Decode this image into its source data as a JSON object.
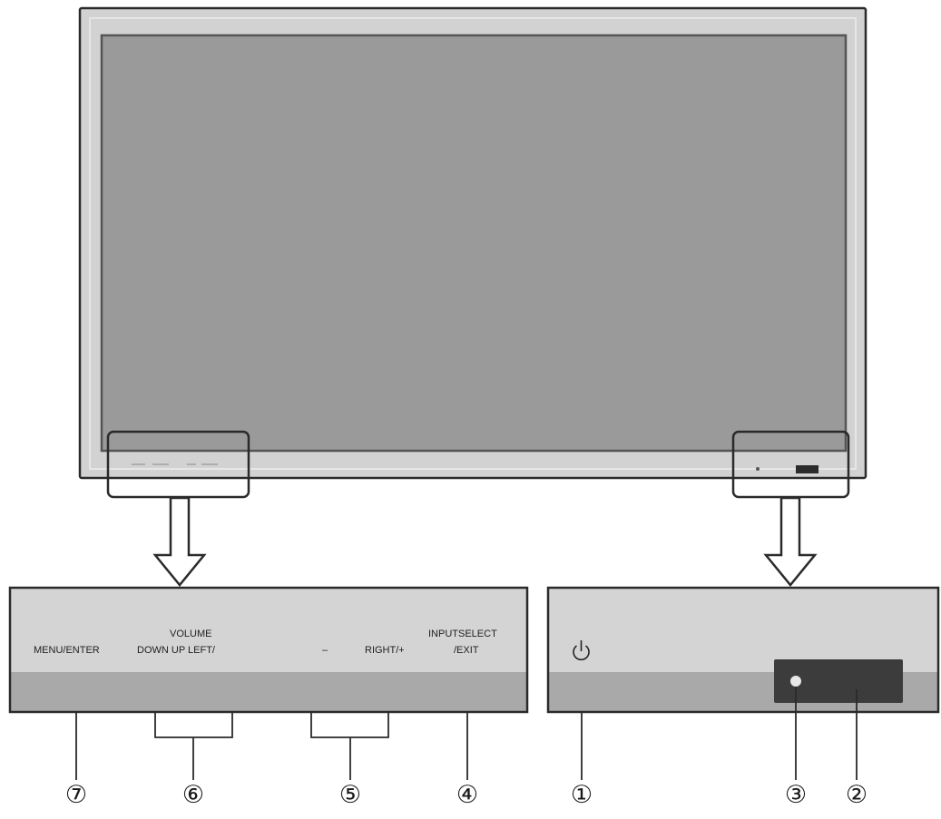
{
  "panel_labels": {
    "volume": "VOLUME",
    "menu_enter": "MENU/ENTER",
    "down_up_left": "DOWN UP LEFT/",
    "minus": "–",
    "right_plus": "RIGHT/+",
    "input_select": "INPUTSELECT",
    "exit": "/EXIT"
  },
  "callouts": {
    "c1": "①",
    "c2": "②",
    "c3": "③",
    "c4": "④",
    "c5": "⑤",
    "c6": "⑥",
    "c7": "⑦"
  },
  "colors": {
    "bezel": "#d2d2d2",
    "screen": "#9a9a9a",
    "panel": "#d4d4d4",
    "panel_lower": "#a9a9a9",
    "sensor_window": "#3c3c3c",
    "outline": "#2a2a2a"
  }
}
